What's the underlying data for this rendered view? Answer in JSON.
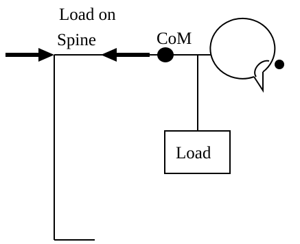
{
  "labels": {
    "load_on": "Load on",
    "spine": "Spine",
    "com": "CoM",
    "load_box": "Load"
  },
  "colors": {
    "stroke": "#000000",
    "background": "#ffffff"
  }
}
